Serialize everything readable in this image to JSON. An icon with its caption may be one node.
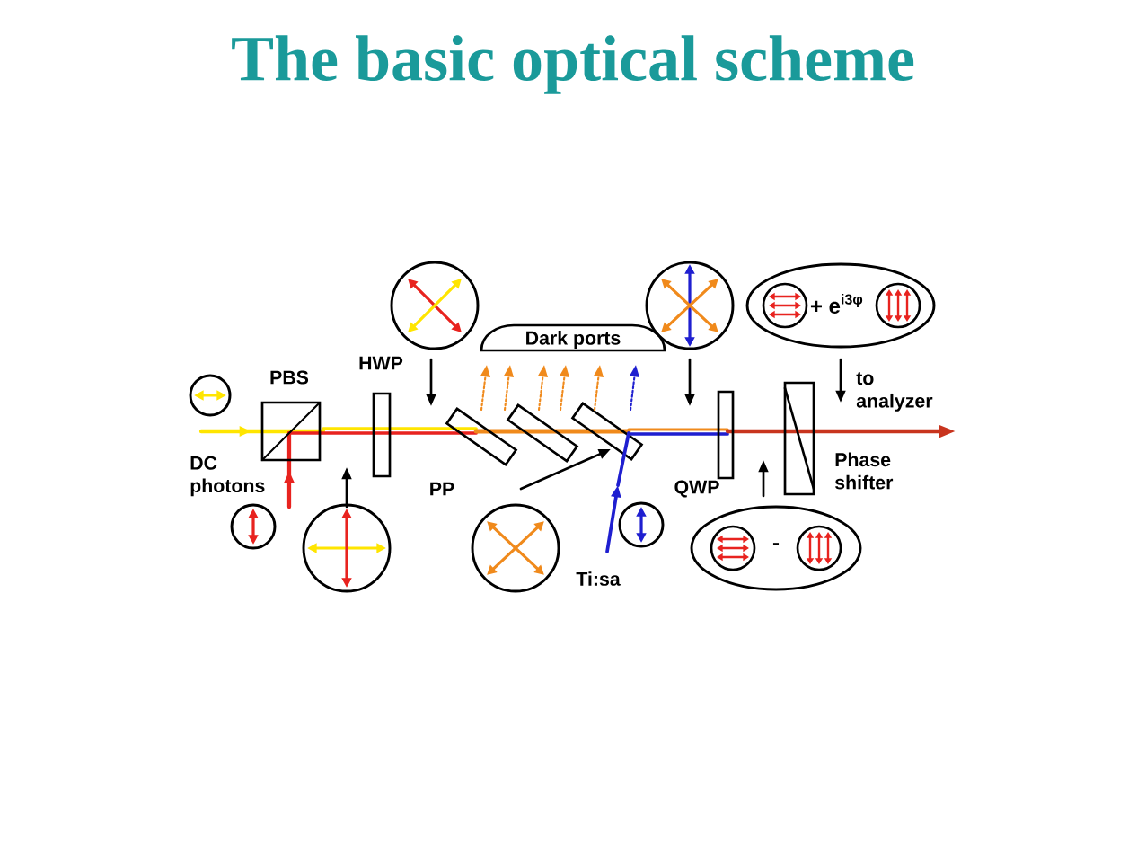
{
  "diagram": {
    "title": "The basic optical scheme",
    "nodes": [
      {
        "text": [
          "Dark ports"
        ]
      },
      {
        "text": [
          "+ e$^{i3φ}$"
        ]
      },
      {
        "text": [
          "-"
        ]
      }
    ],
    "labels": [
      "PBS",
      "HWP",
      "to analyzer",
      "DC photons",
      "PP",
      "QWP",
      "Phase shifter",
      "Ti:sa"
    ]
  }
}
